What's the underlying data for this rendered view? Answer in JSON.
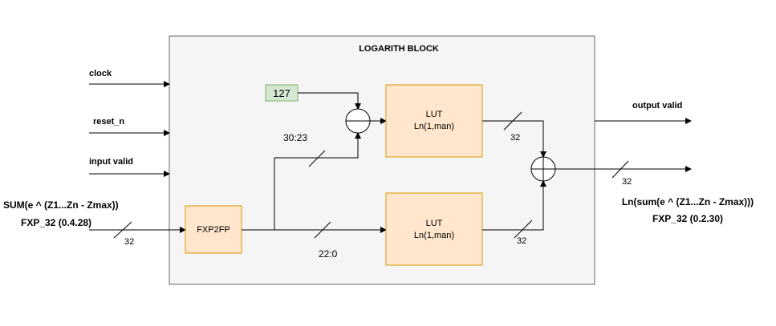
{
  "block": {
    "title": "LOGARITH BLOCK"
  },
  "inputs": {
    "clock": "clock",
    "reset": "reset_n",
    "input_valid": "input valid",
    "sum_line1": "SUM(e ^ (Z1...Zn - Zmax))",
    "sum_line2": "FXP_32 (0.4.28)",
    "sum_width": "32"
  },
  "outputs": {
    "output_valid": "output valid",
    "result_line1": "Ln(sum(e ^ (Z1...Zn - Zmax)))",
    "result_line2": "FXP_32 (0.2.30)",
    "result_width": "32"
  },
  "components": {
    "const": "127",
    "fxp2fp": "FXP2FP",
    "lut_top_l1": "LUT",
    "lut_top_l2": "Ln(1,man)",
    "lut_bot_l1": "LUT",
    "lut_bot_l2": "Ln(1,man)"
  },
  "buses": {
    "exp_bits": "30:23",
    "man_bits": "22:0",
    "lut_top_width": "32",
    "lut_bot_width": "32"
  },
  "colors": {
    "block_fill": "#f5f5f5",
    "block_stroke": "#666666",
    "comp_fill": "#ffe6cc",
    "comp_stroke": "#d79b00",
    "const_fill": "#d5e8d4",
    "const_stroke": "#82b366"
  }
}
